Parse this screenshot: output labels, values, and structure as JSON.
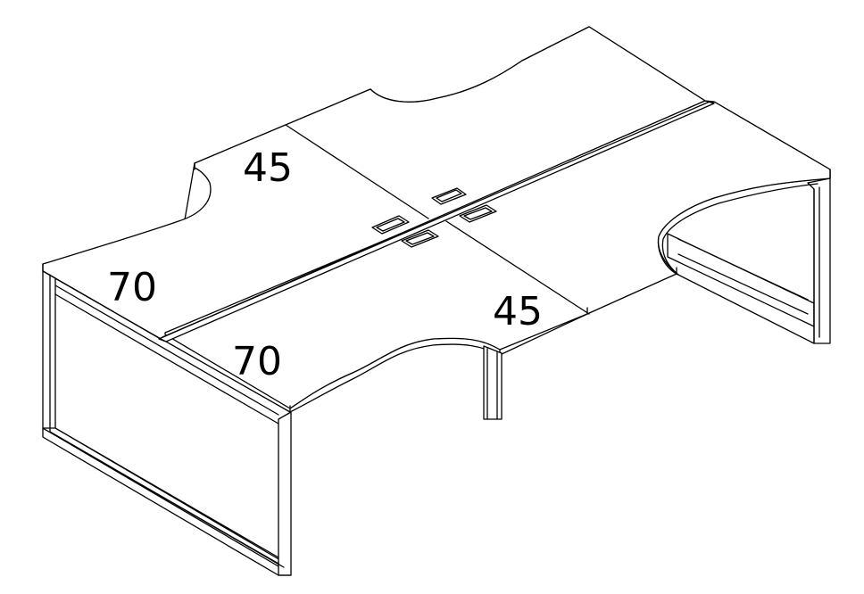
{
  "labels": {
    "top_left_desk": "45",
    "left_desk_upper": "70",
    "left_desk_lower": "70",
    "right_desk": "45"
  },
  "colors": {
    "line": "#000000",
    "background": "#ffffff"
  }
}
